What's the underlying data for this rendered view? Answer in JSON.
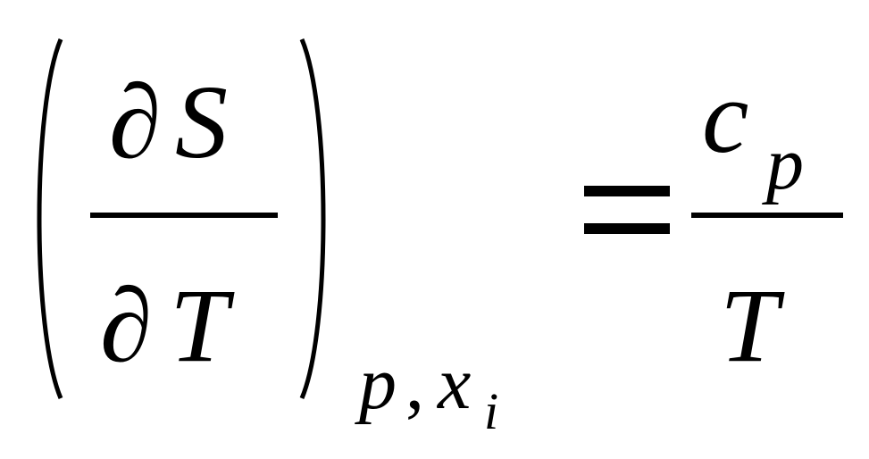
{
  "equation": {
    "lhs": {
      "numerator": {
        "partial": "∂",
        "variable": "S"
      },
      "denominator": {
        "partial": "∂",
        "variable": "T"
      },
      "subscript": {
        "first": "p",
        "comma": ",",
        "second": "x",
        "second_index": "i"
      }
    },
    "equals": "=",
    "rhs": {
      "numerator": {
        "variable": "c",
        "subscript": "p"
      },
      "denominator": {
        "variable": "T"
      }
    }
  }
}
